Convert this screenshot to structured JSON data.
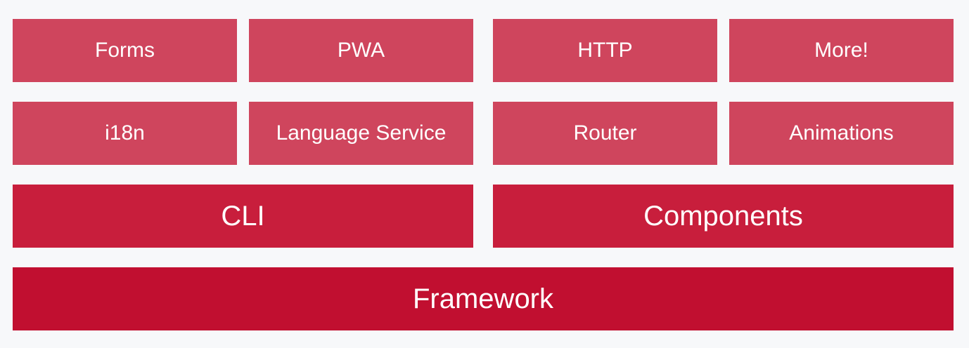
{
  "colors": {
    "background": "#f7f8fa",
    "top_tier": "#cf455d",
    "middle_tier": "#c81e3c",
    "base_tier": "#c10f30",
    "text": "#ffffff"
  },
  "rows": {
    "row1": [
      "Forms",
      "PWA",
      "HTTP",
      "More!"
    ],
    "row2": [
      "i18n",
      "Language Service",
      "Router",
      "Animations"
    ],
    "row3": [
      "CLI",
      "Components"
    ],
    "row4": [
      "Framework"
    ]
  }
}
